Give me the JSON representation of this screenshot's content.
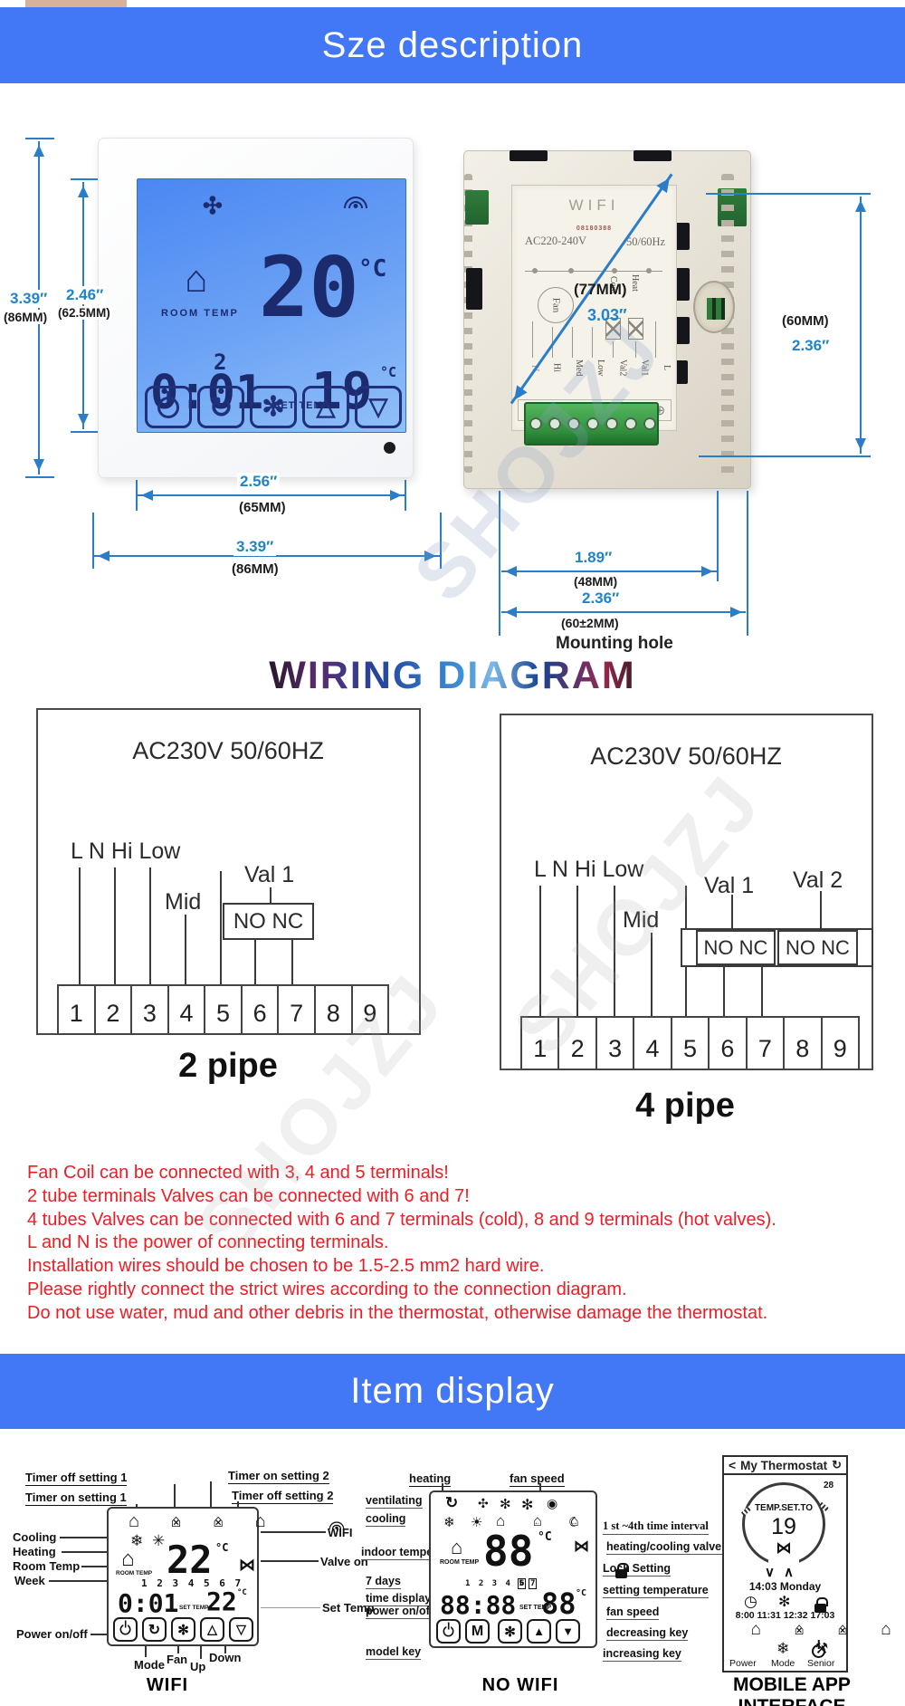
{
  "colors": {
    "banner": "#4277f5",
    "dim": "#2b7dc8",
    "dimtext": "#1e85cc",
    "notered": "#ee1c24",
    "lcd": "#1c2a6e",
    "scrtop": "#4a87f2",
    "scrbot": "#90c0f8",
    "green": "#3da24b"
  },
  "watermark": "SHOJZJ",
  "icons": {
    "fan": "✻",
    "fan_small": "✣",
    "mode": "↻",
    "refresh": "↻",
    "up": "△",
    "down": "▽",
    "up_solid": "▲",
    "down_solid": "▼",
    "snow": "❄",
    "burst": "✳",
    "sun": "☀",
    "moon": "☾",
    "house": "⌂",
    "x": "✕",
    "valve": "⋈",
    "clock": "◷",
    "wrench": "⚒",
    "m": "M",
    "chev_down": "∨",
    "chev_up": "∧",
    "back": "<",
    "circle": "◉",
    "vent": "↻",
    "left": "←",
    "right": "→"
  },
  "banner_size": "Sze description",
  "banner_item": "Item display",
  "front": {
    "room_temp_label": "ROOM TEMP",
    "room_value": "20",
    "deg": "°C",
    "program": "2",
    "time": "0:01",
    "set_label": "SET TEMP",
    "set_value": "19",
    "deg_small": "°C"
  },
  "front_dims": {
    "h_in": "3.39″",
    "h_mm": "(86MM)",
    "sh_in": "2.46″",
    "sh_mm": "(62.5MM)",
    "sw_in": "2.56″",
    "sw_mm": "(65MM)",
    "w_in": "3.39″",
    "w_mm": "(86MM)"
  },
  "back": {
    "title": "WIFI",
    "serial": "08180388",
    "voltage": "AC220-240V",
    "freq": "50/60Hz",
    "fan": "Fan",
    "cool": "Cool",
    "heat": "Heat",
    "terminal_labels": [
      "N",
      "Hi",
      "Med",
      "Low",
      "Val2",
      "Val1",
      "L"
    ],
    "screws": [
      "⊕",
      "⊕",
      "⊕",
      "⊕",
      "⊕",
      "⊕",
      "⊕"
    ]
  },
  "back_dims": {
    "diag_mm": "(77MM)",
    "diag_in": "3.03″",
    "h_mm": "(60MM)",
    "h_in": "2.36″",
    "w1_in": "1.89″",
    "w1_mm": "(48MM)",
    "w2_in": "2.36″",
    "w2_mm": "(60±2MM)",
    "hole": "Mounting hole"
  },
  "wiring": {
    "heading": "WIRING DIAGRAM",
    "two_pipe": {
      "title": "AC230V 50/60HZ",
      "power": "L N Hi Low",
      "mid": "Mid",
      "val1": "Val 1",
      "nonc": "NO NC",
      "terminals": [
        "1",
        "2",
        "3",
        "4",
        "5",
        "6",
        "7",
        "8",
        "9"
      ],
      "caption": "2 pipe"
    },
    "four_pipe": {
      "title": "AC230V 50/60HZ",
      "power": "L N Hi Low",
      "mid": "Mid",
      "val1": "Val 1",
      "val2": "Val 2",
      "nonc1": "NO NC",
      "nonc2": "NO NC",
      "terminals": [
        "1",
        "2",
        "3",
        "4",
        "5",
        "6",
        "7",
        "8",
        "9"
      ],
      "caption": "4 pipe"
    }
  },
  "notes": [
    "Fan Coil can be connected with 3, 4 and 5 terminals!",
    "2 tube terminals Valves can be connected with 6 and 7!",
    "4 tubes Valves can be connected with 6 and 7 terminals (cold), 8 and 9 terminals (hot valves).",
    "L and N is the power of connecting terminals.",
    "Installation wires should be chosen to be 1.5-2.5 mm2 hard wire.",
    "Please rightly connect the strict wires according to the connection diagram.",
    "Do not use water, mud and other debris in the thermostat, otherwise damage the thermostat."
  ],
  "wifi_panel": {
    "caption": "WIFI",
    "labels": {
      "timer_off1": "Timer off setting 1",
      "timer_on1": "Timer on setting 1",
      "timer_on2": "Timer on setting 2",
      "timer_off2": "Timer off setting 2",
      "cooling": "Cooling",
      "heating": "Heating",
      "room_temp": "Room Temp",
      "week": "Week",
      "power": "Power on/off",
      "wifi": "WIFI",
      "valve_on": "Valve on",
      "set_temp": "Set Temp",
      "mode": "Mode",
      "fan": "Fan",
      "up": "Up",
      "down": "Down"
    },
    "screen": {
      "room_label": "ROOM TEMP",
      "room": "22",
      "deg": "°C",
      "week": "1 2 3 4 5 6 7",
      "time": "0:01",
      "set_label": "SET TEMP",
      "set": "22",
      "deg_small": "°C"
    }
  },
  "nowifi_panel": {
    "caption": "NO WIFI",
    "labels": {
      "heating": "heating",
      "fan_speed": "fan speed",
      "ventilating": "ventilating",
      "cooling": "cooling",
      "indoor": "indoor temperature",
      "days": "7 days",
      "time_display": "time display",
      "power": "power on/off",
      "model": "model key",
      "interval": "1 st ~4th time interval",
      "valve": "heating/cooling valve on",
      "lock": "Lock Setting",
      "set_temp": "setting temperature",
      "fan2": "fan speed",
      "dec": "decreasing key",
      "inc": "increasing key"
    },
    "screen": {
      "room_label": "ROOM TEMP",
      "room": "88",
      "deg": "°C",
      "week": "1 2 3 4 5",
      "w6": "6",
      "w7": "7",
      "time": "88:88",
      "set_label": "SET TEMP",
      "set": "88",
      "deg_small": "°C"
    }
  },
  "app_panel": {
    "caption": "MOBILE APP INTERFACE",
    "header": "My Thermostat",
    "max": "28",
    "set_label": "TEMP.SET.TO",
    "set": "19",
    "time": "14:03 Monday",
    "times": "8:00 11:31 12:32 17:03",
    "btns": [
      "Power",
      "Mode",
      "Senior"
    ]
  }
}
